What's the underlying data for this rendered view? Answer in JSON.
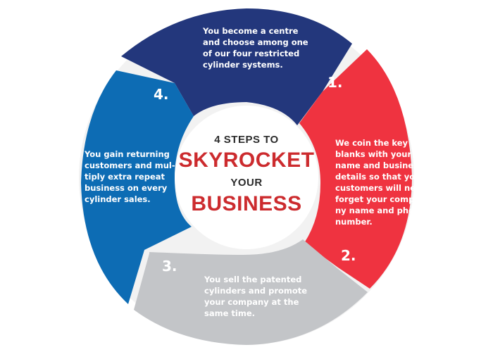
{
  "colors": {
    "step1": "#23377c",
    "step2": "#ef3340",
    "step3": "#c3c5c8",
    "step4": "#0d6cb4",
    "center_bg": "#ffffff",
    "headline_dark": "#2b2b2b",
    "headline_red": "#cc2b2e"
  },
  "center": {
    "line1": "4 STEPS TO",
    "line2": "SKYROCKET",
    "line3": "YOUR",
    "line4": "BUSINESS"
  },
  "steps": [
    {
      "number": "1.",
      "text": "You become  a centre\nand choose among one\nof our four restricted\ncylinder systems."
    },
    {
      "number": "2.",
      "text": "We coin the key\nblanks with your\nname and business\ndetails so that your\ncustomers will never\nforget your compa-\nny name and phone\nnumber."
    },
    {
      "number": "3.",
      "text": "You sell the patented\ncylinders and promote\nyour company at the\nsame time."
    },
    {
      "number": "4.",
      "text": "You gain returning\ncustomers and mul-\ntiply extra repeat\nbusiness on every\ncylinder  sales."
    }
  ]
}
